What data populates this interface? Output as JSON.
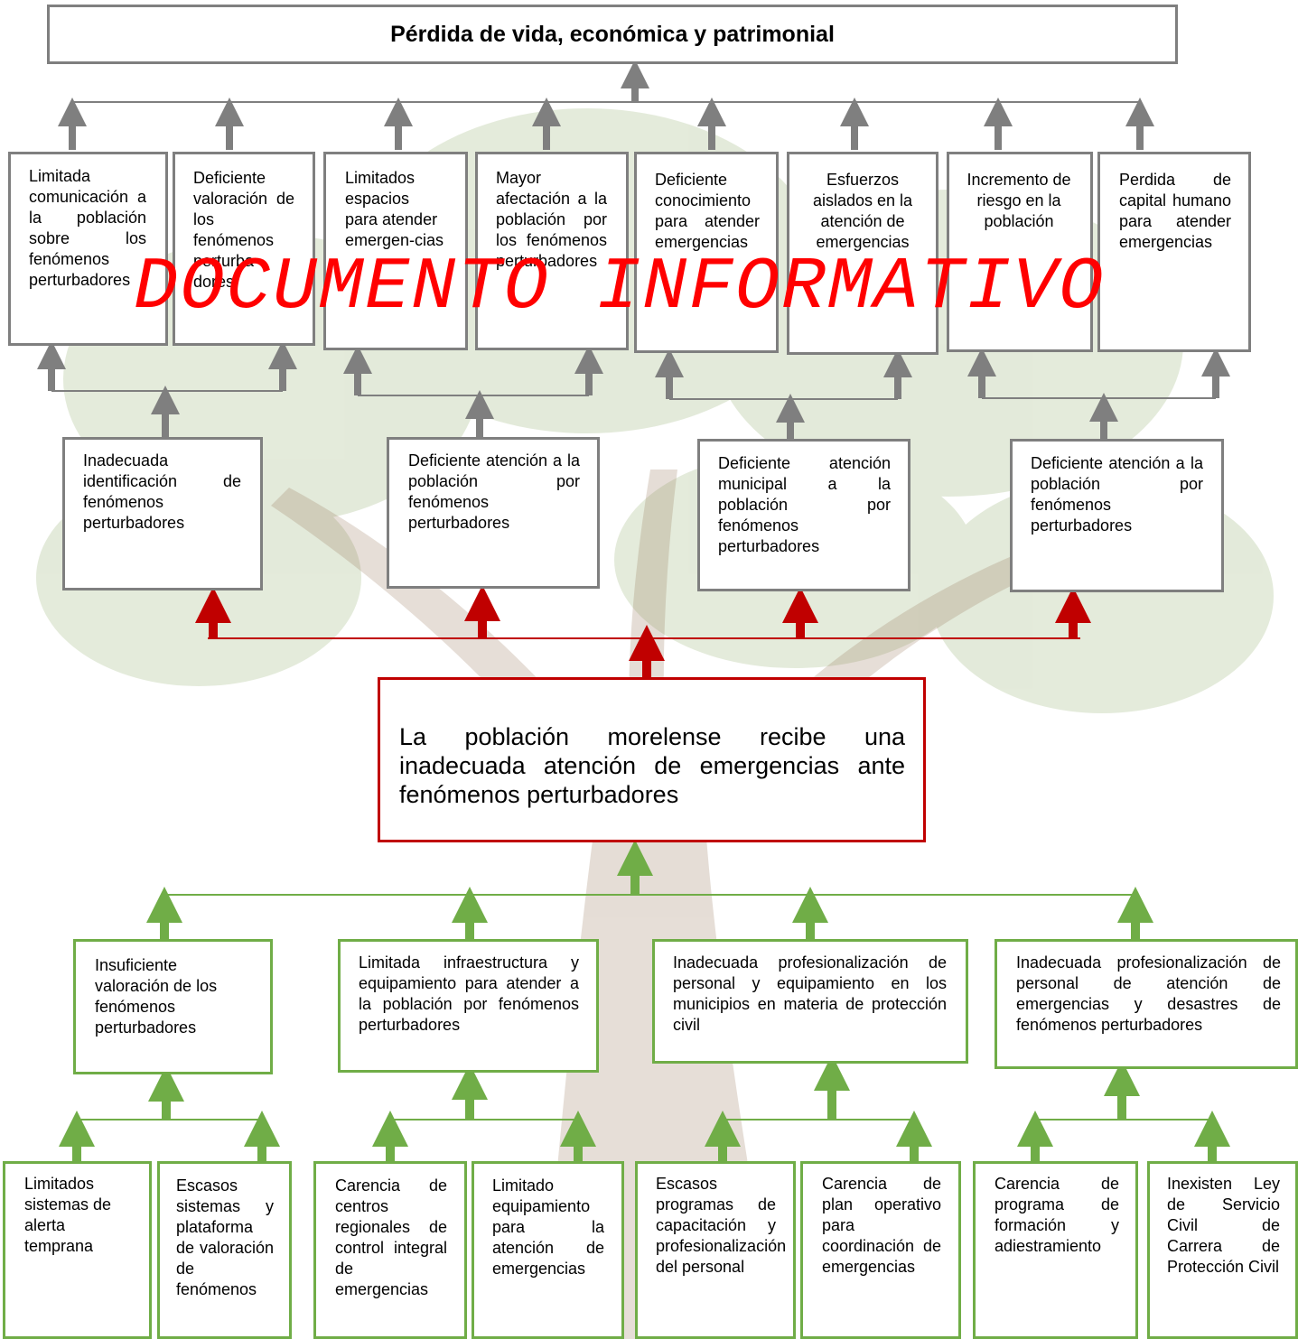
{
  "top_effect": "Pérdida de vida, económica y patrimonial",
  "watermark": "DOCUMENTO INFORMATIVO",
  "effects": [
    "Limitada comunicación a la población sobre los fenómenos perturbadores",
    "Deficiente valoración de los fenómenos perturba-dores",
    "Limitados espacios para atender emergen-cias",
    "Mayor afectación a la población por los fenómenos perturbadores",
    "Deficiente conocimiento para atender emergencias",
    "Esfuerzos aislados en la atención de emergencias",
    "Incremento de riesgo en la población",
    "Perdida de capital humano para atender emergencias"
  ],
  "mid_effects": [
    "Inadecuada identificación de fenómenos perturbadores",
    "Deficiente atención a la población por fenómenos perturbadores",
    "Deficiente atención municipal a la población por fenómenos perturbadores",
    "Deficiente atención a la población por fenómenos perturbadores"
  ],
  "central_problem": "La población morelense recibe una inadecuada atención de emergencias ante fenómenos perturbadores",
  "causes": [
    "Insuficiente valoración de los fenómenos perturbadores",
    "Limitada infraestructura y equipamiento para atender a la población por fenómenos perturbadores",
    "Inadecuada profesionalización de personal y equipamiento en los municipios en materia de protección civil",
    "Inadecuada profesionalización de personal de atención de emergencias y desastres de fenómenos perturbadores"
  ],
  "sub_causes": [
    "Limitados sistemas de alerta temprana",
    "Escasos sistemas y plataforma de valoración de fenómenos",
    "Carencia de centros regionales de control integral de emergencias",
    "Limitado equipamiento para la atención de emergencias",
    "Escasos programas de capacitación y profesionalización del personal",
    "Carencia de plan operativo para coordinación de emergencias",
    "Carencia de programa de formación y adiestramiento",
    "Inexisten Ley de Servicio Civil de Carrera de Protección Civil"
  ],
  "colors": {
    "effects": "#7f7f7f",
    "problem": "#c00000",
    "causes": "#70ad47",
    "watermark": "#ff0000"
  }
}
